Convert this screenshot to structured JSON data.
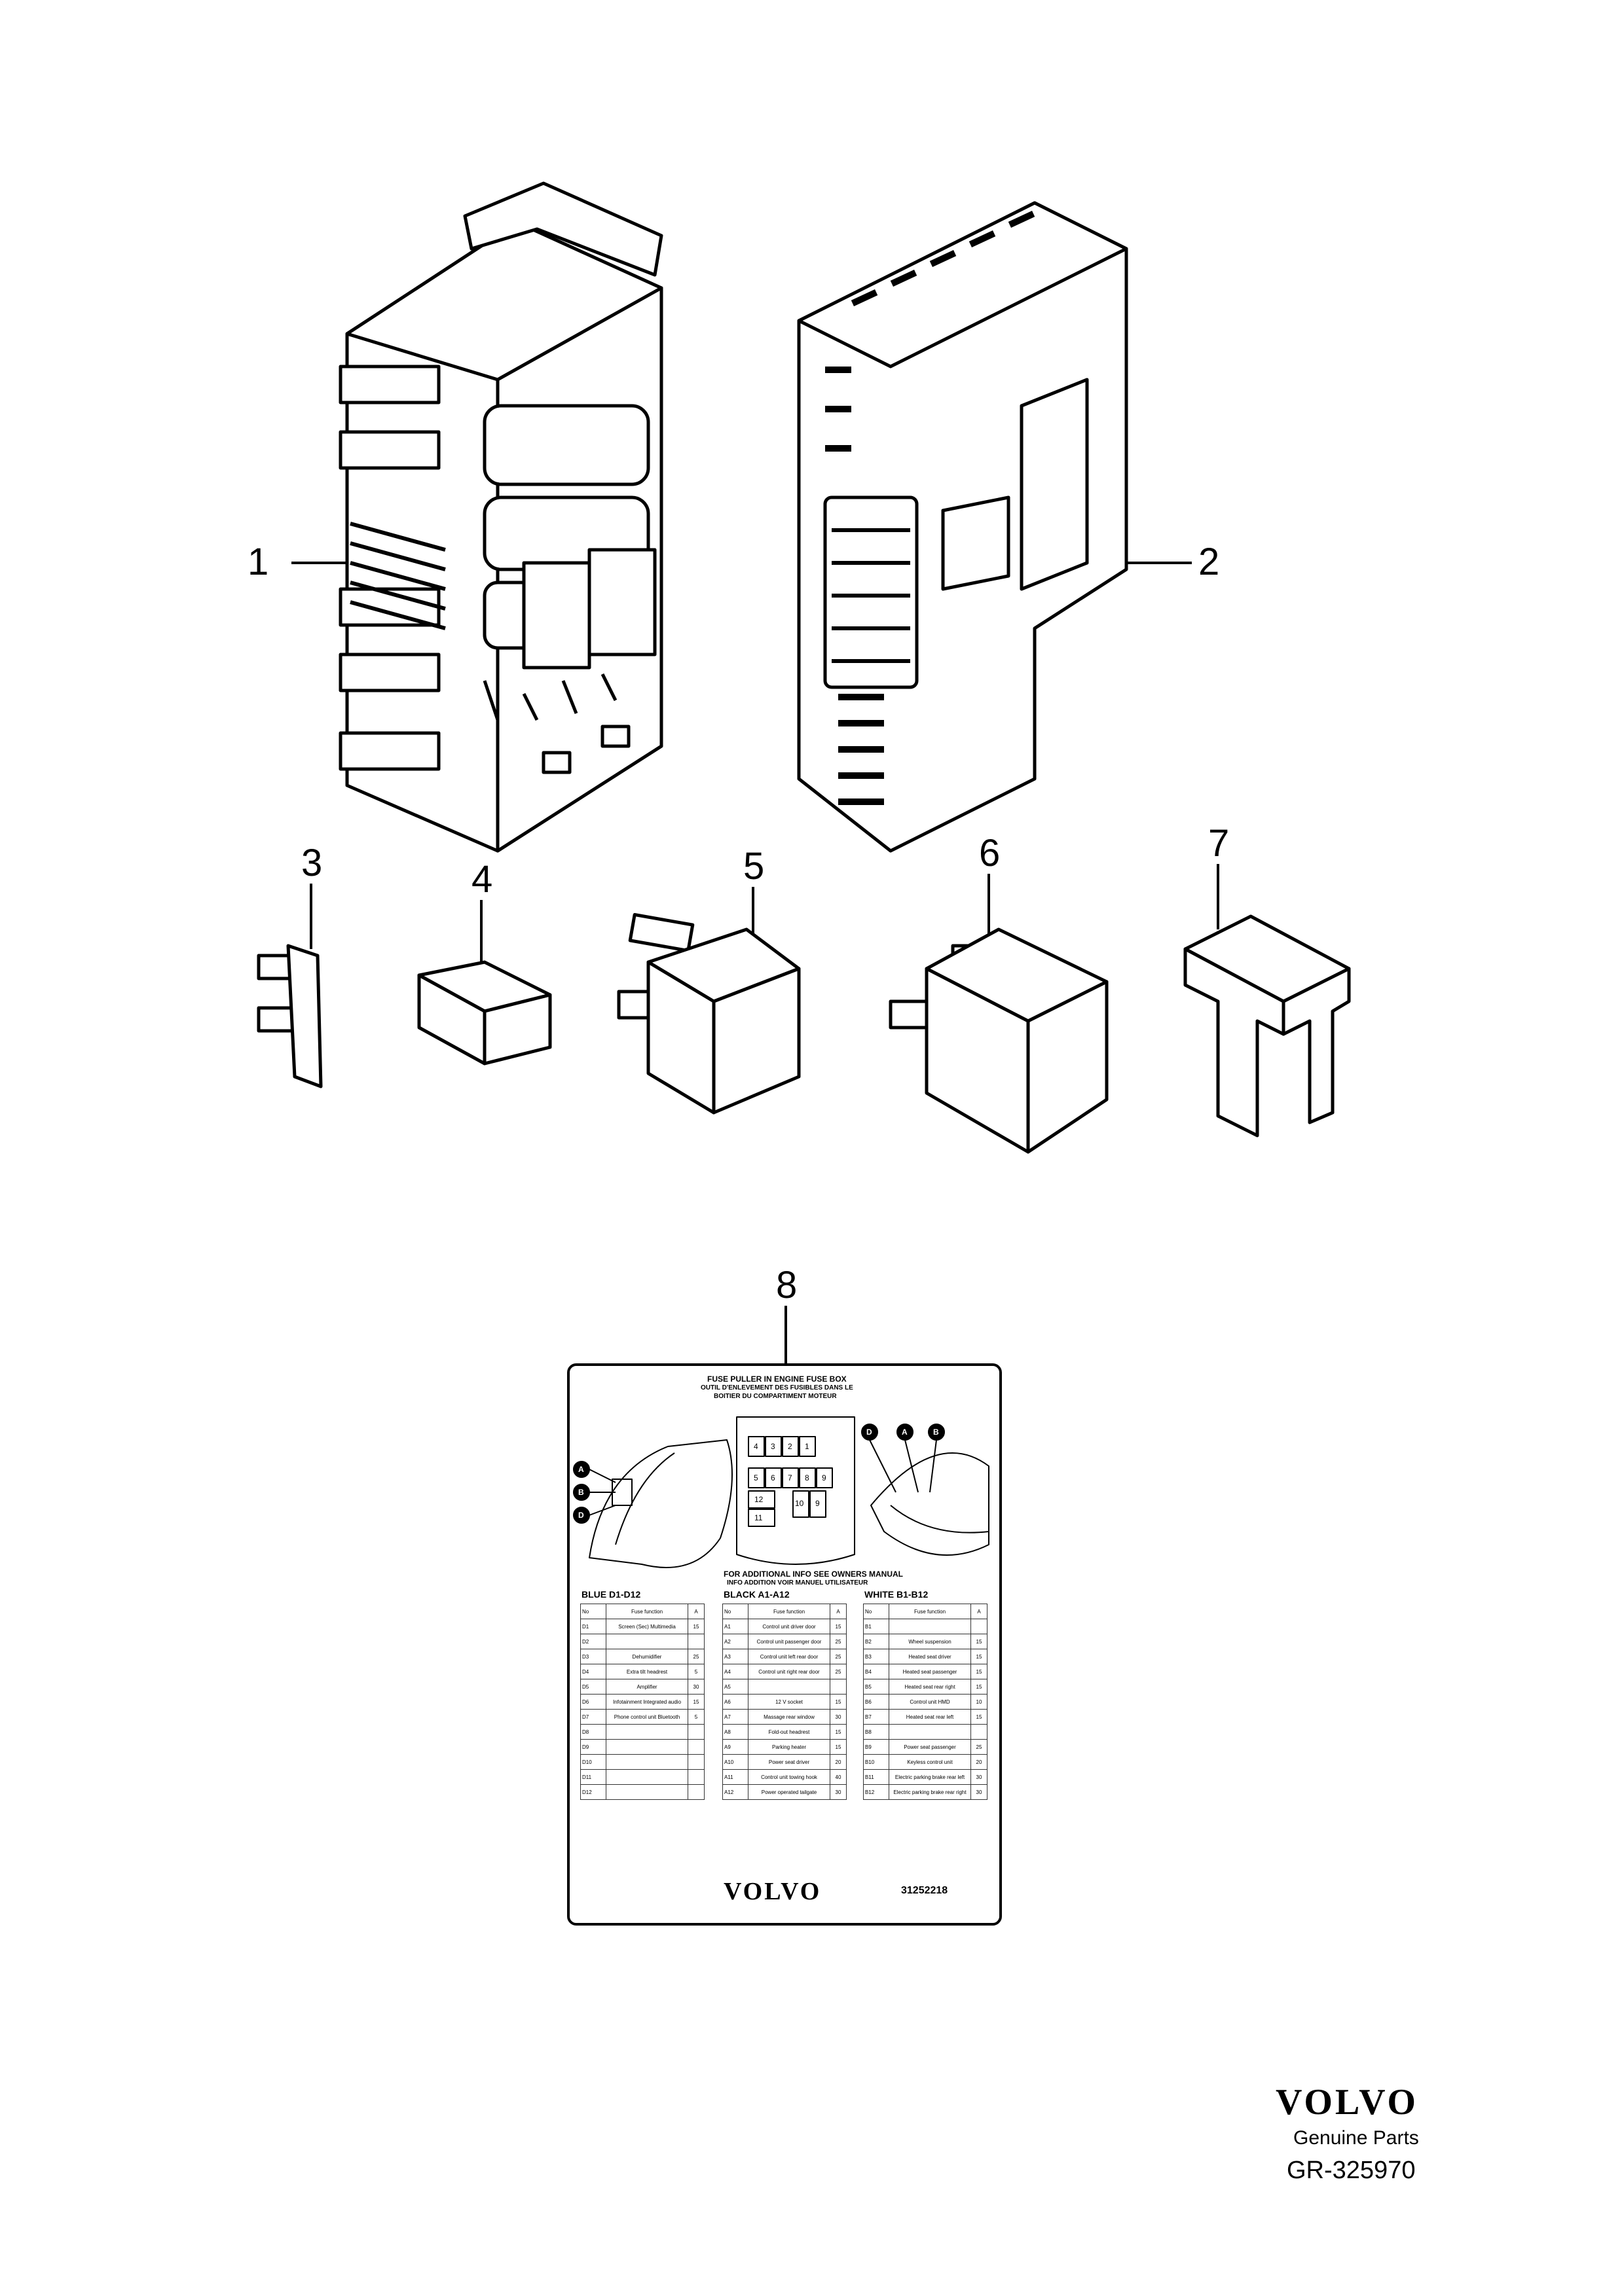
{
  "callouts": [
    "1",
    "2",
    "3",
    "4",
    "5",
    "6",
    "7",
    "8"
  ],
  "label": {
    "title_en": "FUSE PULLER IN ENGINE FUSE BOX",
    "title_fr_1": "OUTIL D'ENLEVEMENT DES FUSIBLES DANS LE",
    "title_fr_2": "BOITIER DU COMPARTIMENT MOTEUR",
    "markers": [
      "A",
      "B",
      "D"
    ],
    "fuse_grid": [
      "4",
      "3",
      "2",
      "1",
      "5",
      "6",
      "7",
      "8",
      "9",
      "12",
      "10",
      "9",
      "11"
    ],
    "info_en": "FOR ADDITIONAL INFO SEE OWNERS MANUAL",
    "info_fr": "INFO ADDITION VOIR MANUEL UTILISATEUR",
    "table_headers": [
      "BLUE D1-D12",
      "BLACK A1-A12",
      "WHITE B1-B12"
    ],
    "col_no": "No",
    "col_fn": "Fuse function",
    "col_a": "A",
    "blue_rows": [
      [
        "D1",
        "Screen (Sec) Multimedia",
        "15"
      ],
      [
        "D2",
        "",
        ""
      ],
      [
        "D3",
        "Dehumidifier",
        "25"
      ],
      [
        "D4",
        "Extra tilt headrest",
        "5"
      ],
      [
        "D5",
        "Amplifier",
        "30"
      ],
      [
        "D6",
        "Infotainment Integrated audio",
        "15"
      ],
      [
        "D7",
        "Phone control unit Bluetooth",
        "5"
      ],
      [
        "D8",
        "",
        ""
      ],
      [
        "D9",
        "",
        ""
      ],
      [
        "D10",
        "",
        ""
      ],
      [
        "D11",
        "",
        ""
      ],
      [
        "D12",
        "",
        ""
      ]
    ],
    "black_rows": [
      [
        "A1",
        "Control unit driver door",
        "15"
      ],
      [
        "A2",
        "Control unit passenger door",
        "25"
      ],
      [
        "A3",
        "Control unit left rear door",
        "25"
      ],
      [
        "A4",
        "Control unit right rear door",
        "25"
      ],
      [
        "A5",
        "",
        ""
      ],
      [
        "A6",
        "12 V socket",
        "15"
      ],
      [
        "A7",
        "Massage rear window",
        "30"
      ],
      [
        "A8",
        "Fold-out headrest",
        "15"
      ],
      [
        "A9",
        "Parking heater",
        "15"
      ],
      [
        "A10",
        "Power seat driver",
        "20"
      ],
      [
        "A11",
        "Control unit towing hook",
        "40"
      ],
      [
        "A12",
        "Power operated tailgate",
        "30"
      ]
    ],
    "white_rows": [
      [
        "B1",
        "",
        ""
      ],
      [
        "B2",
        "Wheel suspension",
        "15"
      ],
      [
        "B3",
        "Heated seat driver",
        "15"
      ],
      [
        "B4",
        "Heated seat passenger",
        "15"
      ],
      [
        "B5",
        "Heated seat rear right",
        "15"
      ],
      [
        "B6",
        "Control unit HMD",
        "10"
      ],
      [
        "B7",
        "Heated seat rear left",
        "15"
      ],
      [
        "B8",
        "",
        ""
      ],
      [
        "B9",
        "Power seat passenger",
        "25"
      ],
      [
        "B10",
        "Keyless control unit",
        "20"
      ],
      [
        "B11",
        "Electric parking brake rear left",
        "30"
      ],
      [
        "B12",
        "Electric parking brake rear right",
        "30"
      ]
    ],
    "brand": "VOLVO",
    "part_number": "31252218"
  },
  "footer": {
    "brand": "VOLVO",
    "tagline": "Genuine Parts",
    "code": "GR-325970"
  }
}
